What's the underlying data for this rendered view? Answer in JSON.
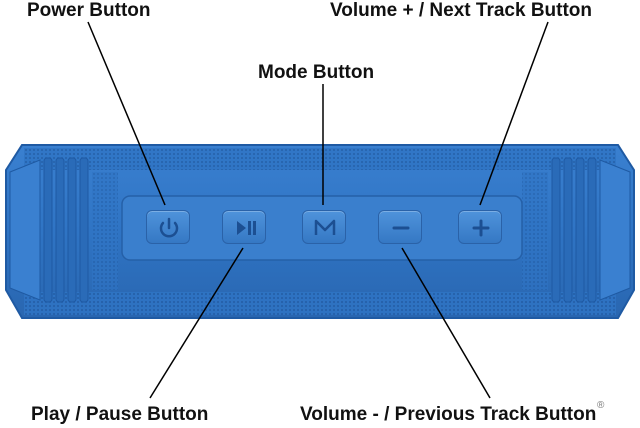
{
  "labels": {
    "power": "Power Button",
    "volume_up_next": "Volume + / Next Track Button",
    "mode": "Mode Button",
    "play_pause": "Play / Pause Button",
    "volume_down_prev": "Volume - / Previous Track Button"
  },
  "buttons": [
    {
      "id": "power",
      "icon": "power-icon",
      "glyph": "⏻"
    },
    {
      "id": "play_pause",
      "icon": "play-pause-icon",
      "glyph": "▶II"
    },
    {
      "id": "mode",
      "icon": "mode-letter-icon",
      "glyph": "M"
    },
    {
      "id": "volume_down",
      "icon": "minus-icon",
      "glyph": "−"
    },
    {
      "id": "volume_up",
      "icon": "plus-icon",
      "glyph": "+"
    }
  ],
  "colors": {
    "speaker_body": "#2f74c4",
    "speaker_dark": "#1f5aa3",
    "speaker_light": "#4a8fdc",
    "button_face": "#3d82d0",
    "icon": "#1c4f92",
    "leader_line": "#000000"
  },
  "watermark": "®"
}
